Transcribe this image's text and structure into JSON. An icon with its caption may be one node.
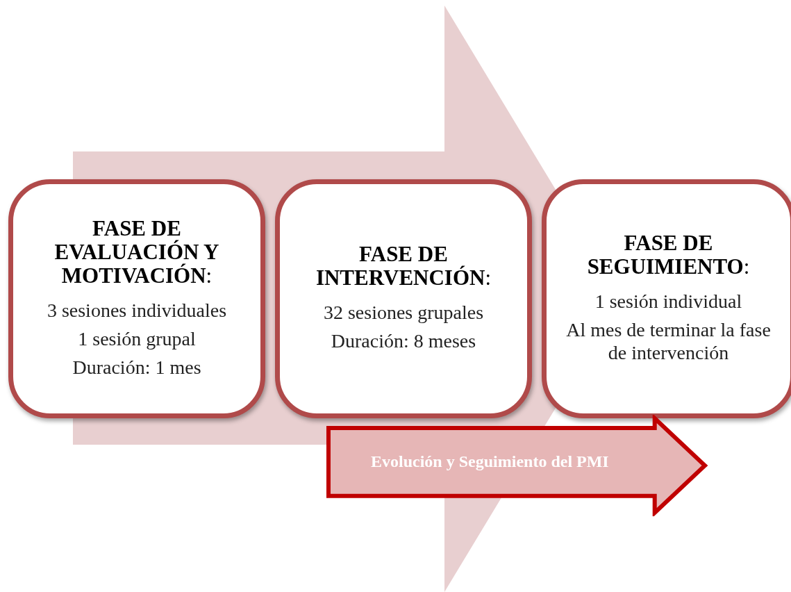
{
  "diagram": {
    "nodes": [
      {
        "text": [
          "**FASE DE EVALUACIÓN Y MOTIVACIÓN**:",
          "3 sesiones individuales",
          "1 sesión grupal",
          "Duración: 1 mes"
        ]
      },
      {
        "text": [
          "**FASE DE INTERVENCIÓN**:",
          "32 sesiones grupales",
          "Duración: 8 meses"
        ]
      },
      {
        "text": [
          "**FASE DE SEGUIMIENTO**:",
          "1 sesión individual",
          "Al mes de terminar la fase de intervención"
        ]
      },
      {
        "text": [
          "Evolución y Seguimiento del PMI"
        ]
      }
    ],
    "edges": [
      {
        "from": 0,
        "to": 2,
        "arrow": "to"
      }
    ]
  }
}
